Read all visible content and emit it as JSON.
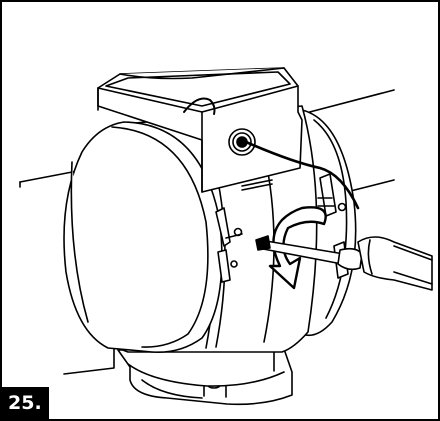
{
  "step": {
    "number_label": "25.",
    "badge_color": "#000000",
    "badge_text_color": "#ffffff"
  },
  "illustration": {
    "stroke_color": "#000000",
    "fill_color": "#ffffff",
    "rotation_direction": "clockwise"
  },
  "icons": [
    "duct-fan-drawing",
    "screwdriver-icon",
    "rotation-arrow-icon",
    "cable-gland-icon",
    "mounting-clamp-icon",
    "mounting-bracket-icon"
  ]
}
